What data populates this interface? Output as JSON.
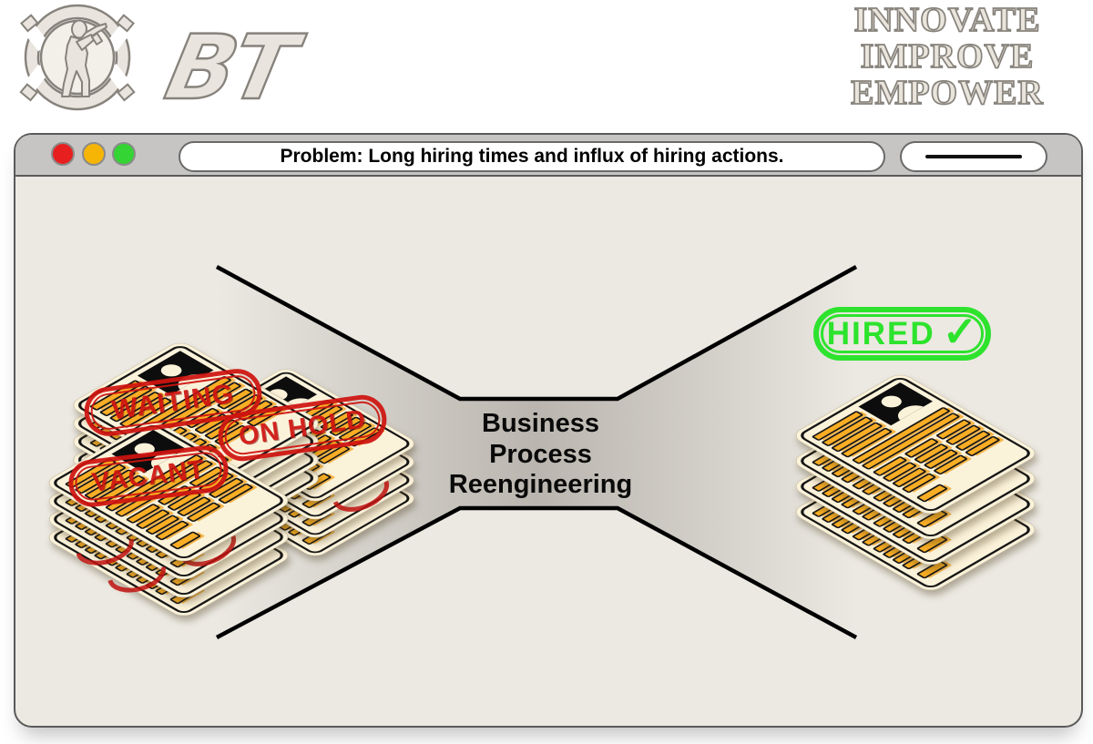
{
  "brand": {
    "logo_text": "BT",
    "logo_icon": "soldier-in-segmented-ring",
    "tagline_lines": [
      "INNOVATE",
      "IMPROVE",
      "EMPOWER"
    ]
  },
  "window": {
    "controls": [
      {
        "name": "close",
        "color": "#e81f1f"
      },
      {
        "name": "minimize",
        "color": "#f6b504"
      },
      {
        "name": "maximize",
        "color": "#33d433"
      }
    ],
    "address_text": "Problem: Long hiring times and influx of hiring actions.",
    "menu_icon": "horizontal-dash"
  },
  "diagram": {
    "funnel": {
      "lines": [
        "Business",
        "Process",
        "Reengineering"
      ]
    },
    "stamps": [
      {
        "label": "WAITING"
      },
      {
        "label": "ON HOLD"
      },
      {
        "label": "VACANT"
      }
    ],
    "badge": {
      "label": "HIRED",
      "check_glyph": "✓"
    },
    "input_stacks": 3,
    "output_stacks": 1,
    "cards_per_stack": 4
  },
  "colors": {
    "stamp_red": "#cf1410",
    "badge_green": "#2de32d",
    "bar_orange": "#f8ad24",
    "paper_cream": "#fbf2da",
    "titlebar_gray": "#c6c5c3",
    "content_bg": "#ece9e2",
    "funnel_gray": "#bab6af",
    "logo_fill": "#e9e5de",
    "logo_outline": "#87837c"
  }
}
